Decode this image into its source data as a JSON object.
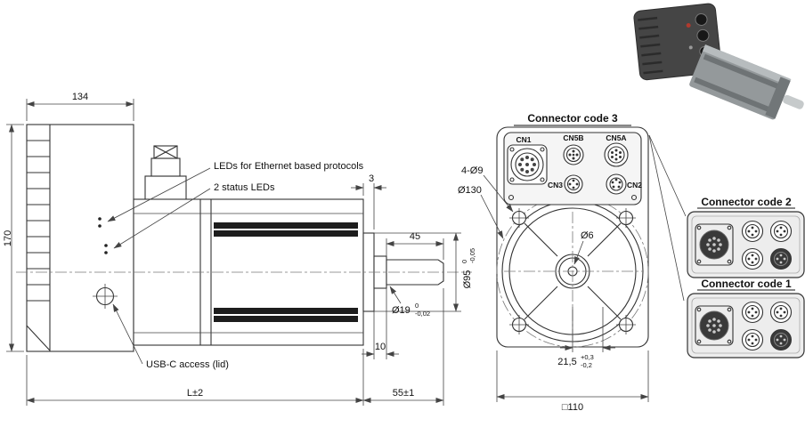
{
  "side_view": {
    "dim_width_top": "134",
    "dim_height": "170",
    "dim_boss": "3",
    "dim_shaft_len": "45",
    "dim_shoulder": "10",
    "dim_total_len": "L±2",
    "dim_front_section": "55±1",
    "shaft_dia": "Ø19",
    "shaft_tol_upper": "0",
    "shaft_tol_lower": "-0,02",
    "pilot_dia": "Ø95",
    "pilot_tol_upper": "0",
    "pilot_tol_lower": "-0,05",
    "label_ethernet_leds": "LEDs for Ethernet based protocols",
    "label_status_leds": "2 status LEDs",
    "label_usbc": "USB-C access (lid)"
  },
  "front_view": {
    "title": "Connector code 3",
    "connectors": {
      "cn1": "CN1",
      "cn5b": "CN5B",
      "cn5a": "CN5A",
      "cn3": "CN3",
      "cn2": "CN2"
    },
    "dim_corner_holes": "4-Ø9",
    "dim_bolt_circle": "Ø130",
    "dim_center_hole": "Ø6",
    "dim_key": "21,5",
    "key_tol_upper": "+0,3",
    "key_tol_lower": "-0,2",
    "dim_square": "□110"
  },
  "connector_panels": {
    "code2_title": "Connector code 2",
    "code1_title": "Connector code 1"
  }
}
